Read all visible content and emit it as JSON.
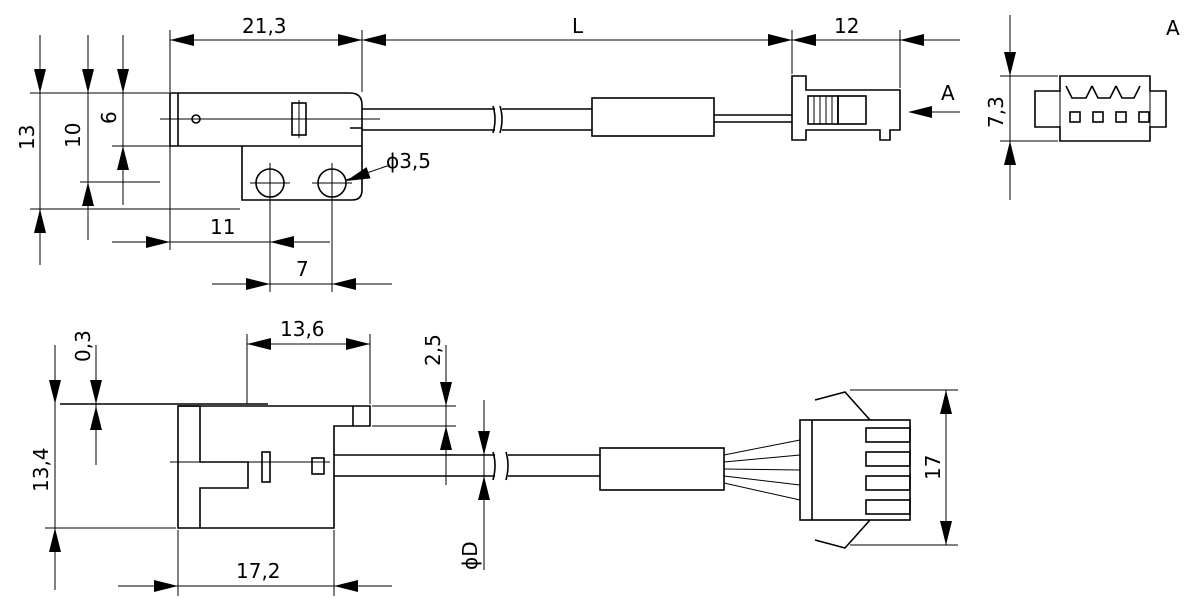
{
  "top_view": {
    "dims": {
      "d21_3": "21,3",
      "dL": "L",
      "d12": "12",
      "d13": "13",
      "d10": "10",
      "d6": "6",
      "d11": "11",
      "d7": "7",
      "hole_diameter": "ϕ3,5"
    },
    "view_arrow_label": "A"
  },
  "end_view": {
    "title": "A",
    "dim_height": "7,3"
  },
  "side_view": {
    "dims": {
      "d0_3": "0,3",
      "d13_6": "13,6",
      "d2_5": "2,5",
      "d13_4": "13,4",
      "d17_2": "17,2",
      "d17": "17",
      "cable_diameter": "ϕD"
    }
  }
}
